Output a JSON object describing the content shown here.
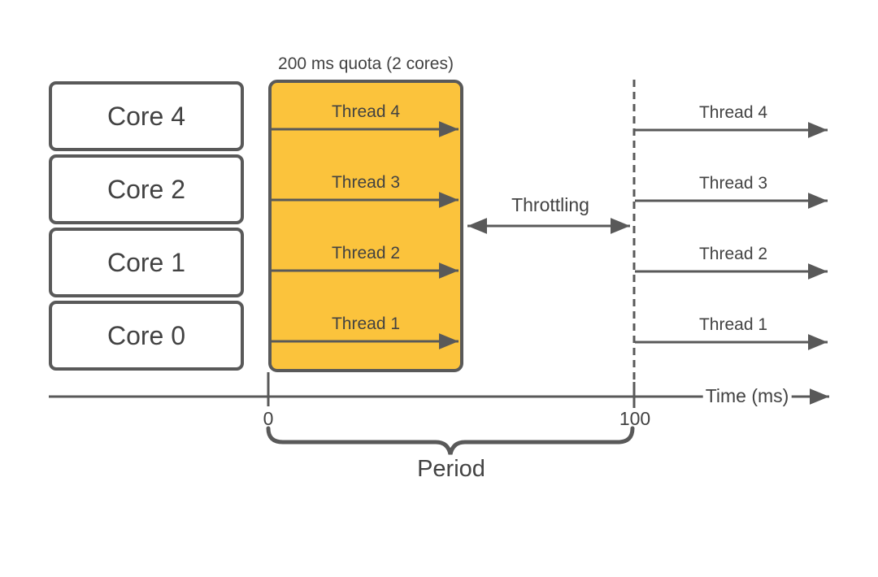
{
  "cores": [
    "Core 4",
    "Core 2",
    "Core 1",
    "Core 0"
  ],
  "quota": {
    "title": "200 ms quota (2 cores)",
    "threads": [
      "Thread 4",
      "Thread 3",
      "Thread 2",
      "Thread 1"
    ]
  },
  "after_throttle": {
    "threads": [
      "Thread 4",
      "Thread 3",
      "Thread 2",
      "Thread 1"
    ]
  },
  "throttling_label": "Throttling",
  "axis": {
    "label": "Time (ms)",
    "tick_start": "0",
    "tick_end": "100"
  },
  "period_label": "Period",
  "colors": {
    "quota_fill": "#fbc33c",
    "line": "#595959",
    "text": "#424242",
    "background": "#ffffff"
  }
}
